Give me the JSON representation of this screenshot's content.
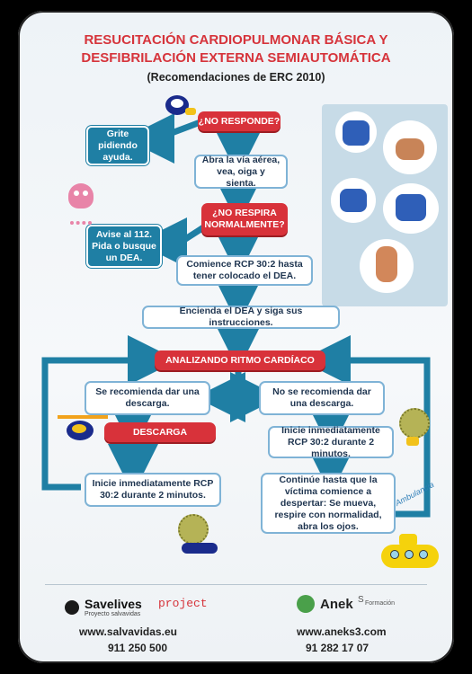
{
  "header": {
    "title_line1": "RESUCITACIÓN CARDIOPULMONAR BÁSICA Y",
    "title_line2": "DESFIBRILACIÓN EXTERNA SEMIAUTOMÁTICA",
    "subtitle": "(Recomendaciones de ERC 2010)"
  },
  "flow": {
    "no_responde": "¿NO RESPONDE?",
    "grite": "Grite pidiendo ayuda.",
    "abra": "Abra la vía aérea, vea, oiga y sienta.",
    "no_respira": "¿NO RESPIRA NORMALMENTE?",
    "avise": "Avise al 112. Pida o busque un DEA.",
    "comience": "Comience RCP 30:2 hasta tener colocado el DEA.",
    "encienda": "Encienda el DEA y siga sus instrucciones.",
    "analizando": "ANALIZANDO RITMO CARDÍACO",
    "se_recomienda": "Se recomienda dar una descarga.",
    "no_se_recomienda": "No se recomienda dar una descarga.",
    "descarga": "DESCARGA",
    "inicie_left": "Inicie inmediatamente RCP 30:2 durante 2 minutos.",
    "inicie_right": "Inicie inmediatamente RCP 30:2 durante 2 minutos.",
    "continue": "Continúe hasta que la víctima comience a despertar: Se mueva, respire con normalidad, abra los ojos."
  },
  "illustrations": {
    "submarine_text": "Ambulancia"
  },
  "footer": {
    "savelives_brand": "Savelives",
    "savelives_project": "project",
    "savelives_sub": "Proyecto salvavidas",
    "savelives_url": "www.salvavidas.eu",
    "savelives_phone": "911 250 500",
    "anek_brand": "Anek",
    "anek_sup": "S",
    "anek_sub": "Formación",
    "anek_url": "www.aneks3.com",
    "anek_phone": "91 282 17 07"
  },
  "colors": {
    "accent_red": "#d8323a",
    "flow_blue": "#1f7fa4",
    "box_border": "#7fb3d6"
  }
}
